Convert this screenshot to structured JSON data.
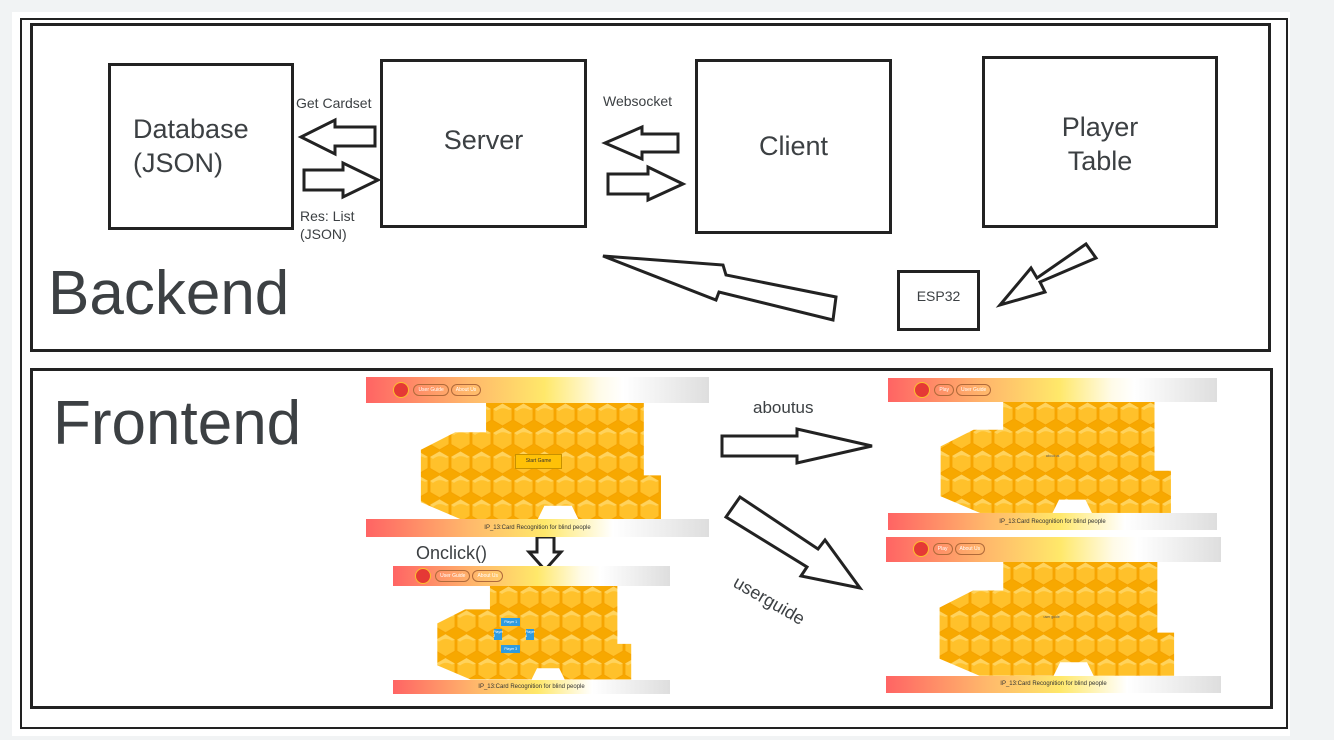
{
  "backend": {
    "title": "Backend",
    "boxes": {
      "database": "Database\n(JSON)",
      "server": "Server",
      "client": "Client",
      "player_table": "Player\nTable",
      "esp32": "ESP32"
    },
    "labels": {
      "get_cardset": "Get Cardset",
      "res_list": "Res: List\n(JSON)",
      "websocket": "Websocket"
    }
  },
  "frontend": {
    "title": "Frontend",
    "labels": {
      "aboutus": "aboutus",
      "onclick": "Onclick()",
      "userguide": "userguide"
    },
    "screens": {
      "home": {
        "logo": "UNO",
        "buttons": [
          "User Guide",
          "About Us"
        ],
        "start": "Start Game",
        "footer": "IP_13:Card Recognition for blind people"
      },
      "game": {
        "logo": "UNO",
        "buttons": [
          "User Guide",
          "About Us"
        ],
        "players": [
          "Player 1",
          "Player 2",
          "Player 3",
          "Player 4"
        ],
        "footer": "IP_13:Card Recognition for blind people"
      },
      "aboutus": {
        "logo": "UNO",
        "buttons": [
          "Play",
          "User Guide"
        ],
        "content": "about us",
        "footer": "IP_13:Card Recognition for blind people"
      },
      "userguide": {
        "logo": "UNO",
        "buttons": [
          "Play",
          "About Us"
        ],
        "content": "user guide",
        "footer": "IP_13:Card Recognition for blind people"
      }
    }
  },
  "colors": {
    "stroke": "#222222",
    "honey": "#ffc12b",
    "honey_edge": "#f5a000",
    "player_button": "#2e9be0"
  }
}
